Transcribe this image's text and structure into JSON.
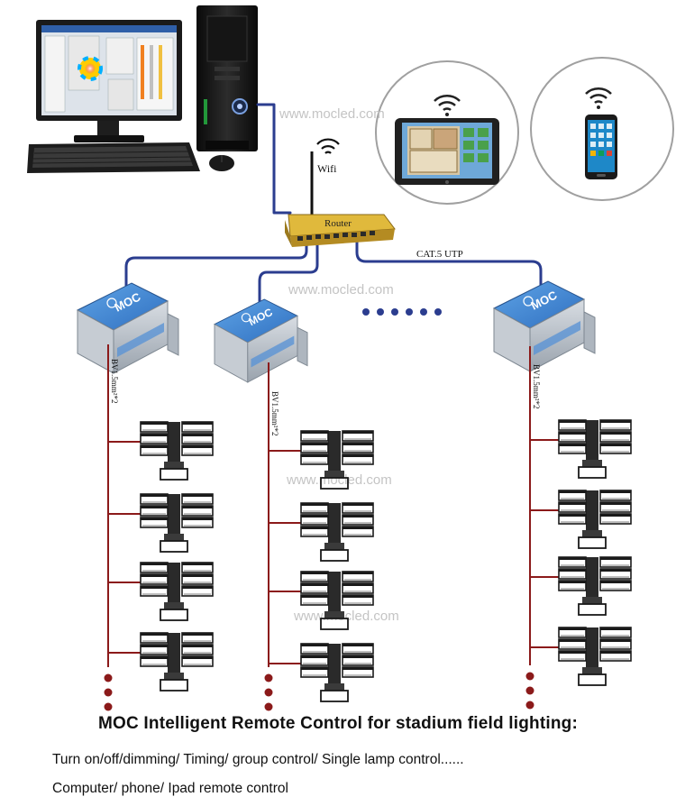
{
  "diagram": {
    "watermark": "www.mocled.com",
    "wifi_label": "Wifi",
    "router_label": "Router",
    "network_cable_label": "CAT.5 UTP",
    "controller_brand": "MOC",
    "power_cable_label": "BV1.5mm²*2",
    "colors": {
      "network_cable": "#2b3d8f",
      "power_cable": "#8b1a1a",
      "controller_label": "#3a78c8",
      "router_body": "#e0b93c",
      "device_ring": "#9a9a9a"
    },
    "icons": [
      "desktop-computer-icon",
      "wifi-icon",
      "tablet-icon",
      "smartphone-icon",
      "router-icon",
      "controller-module-icon",
      "floodlight-fixture-icon"
    ]
  },
  "captions": {
    "title": "MOC Intelligent Remote Control for stadium field lighting:",
    "line1": "Turn on/off/dimming/ Timing/ group control/ Single lamp control......",
    "line2": "Computer/ phone/ Ipad remote control"
  }
}
